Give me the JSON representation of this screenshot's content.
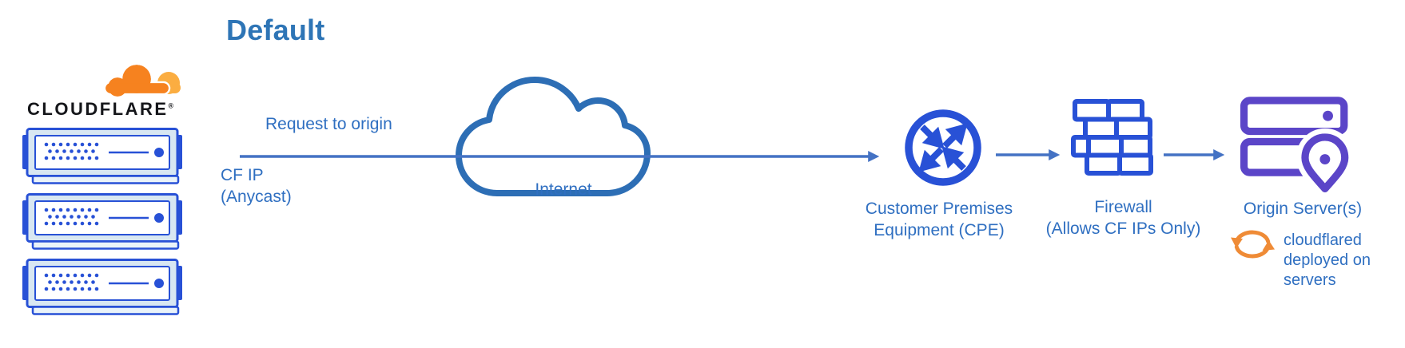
{
  "title": "Default",
  "colors": {
    "title_blue": "#2e75b6",
    "label_blue": "#2f6fc1",
    "icon_blue": "#2851d6",
    "arrow_blue": "#4472c4",
    "cloud_outline_blue": "#2d6eb5",
    "origin_purple": "#5b45c8",
    "cloudflare_orange": "#f6821f",
    "cloudflare_orange_light": "#fbad41",
    "cloudflared_orange": "#ef8b36"
  },
  "cloudflare": {
    "logo_text": "CLOUDFLARE",
    "trademark": "®",
    "icon": "cloudflare-cloud-logo"
  },
  "edge": {
    "request_label": "Request to origin",
    "cf_ip_line1": "CF IP",
    "cf_ip_line2": "(Anycast)",
    "servers_icon": "server-rack-icon"
  },
  "internet": {
    "label": "Internet",
    "icon": "cloud-outline-icon"
  },
  "cpe": {
    "line1": "Customer Premises",
    "line2": "Equipment (CPE)",
    "icon": "router-arrows-icon"
  },
  "firewall": {
    "line1": "Firewall",
    "line2": "(Allows CF IPs Only)",
    "icon": "brick-wall-icon"
  },
  "origin": {
    "label": "Origin Server(s)",
    "icon": "server-location-pin-icon",
    "note_icon": "sync-arrows-icon",
    "note_line1": "cloudflared",
    "note_line2": "deployed on",
    "note_line3": "servers"
  }
}
